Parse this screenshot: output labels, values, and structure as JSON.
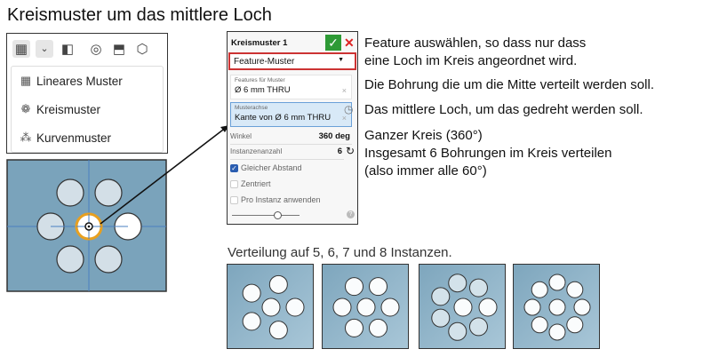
{
  "title": "Kreismuster um das mittlere Loch",
  "toolbar": {
    "icons": [
      "pattern-icon",
      "dropdown-chevron-icon",
      "mirror-icon",
      "boolean-icon",
      "split-icon",
      "transform-icon"
    ]
  },
  "menu": {
    "items": [
      {
        "label": "Lineares Muster",
        "icon": "linear-pattern-icon"
      },
      {
        "label": "Kreismuster",
        "icon": "circular-pattern-icon"
      },
      {
        "label": "Kurvenmuster",
        "icon": "curve-pattern-icon"
      }
    ]
  },
  "dialog": {
    "title": "Kreismuster 1",
    "type_select": "Feature-Muster",
    "features_label": "Features für Muster",
    "features_value": "Ø 6 mm THRU",
    "axis_label": "Musterachse",
    "axis_value": "Kante von Ø 6 mm THRU",
    "angle_label": "Winkel",
    "angle_value": "360 deg",
    "count_label": "Instanzenanzahl",
    "count_value": "6",
    "equal_spacing": "Gleicher Abstand",
    "centered": "Zentriert",
    "per_instance": "Pro Instanz anwenden",
    "equal_spacing_checked": true,
    "centered_checked": false,
    "per_instance_checked": false
  },
  "notes": {
    "n1a": "Feature auswählen, so dass nur dass",
    "n1b": "eine Loch im Kreis angeordnet wird.",
    "n2": "Die Bohrung die um die Mitte verteilt werden soll.",
    "n3": "Das mittlere Loch, um das gedreht werden soll.",
    "n4": "Ganzer Kreis (360°)",
    "n5": "Insgesamt 6 Bohrungen im Kreis verteilen",
    "n6": "(also immer alle 60°)"
  },
  "verteilung": "Verteilung auf 5, 6, 7 und 8 Instanzen.",
  "instances": [
    5,
    6,
    7,
    8
  ],
  "colors": {
    "plate": "#7aa3bb",
    "highlight": "#e8a020",
    "accent_green": "#2e9a36"
  }
}
